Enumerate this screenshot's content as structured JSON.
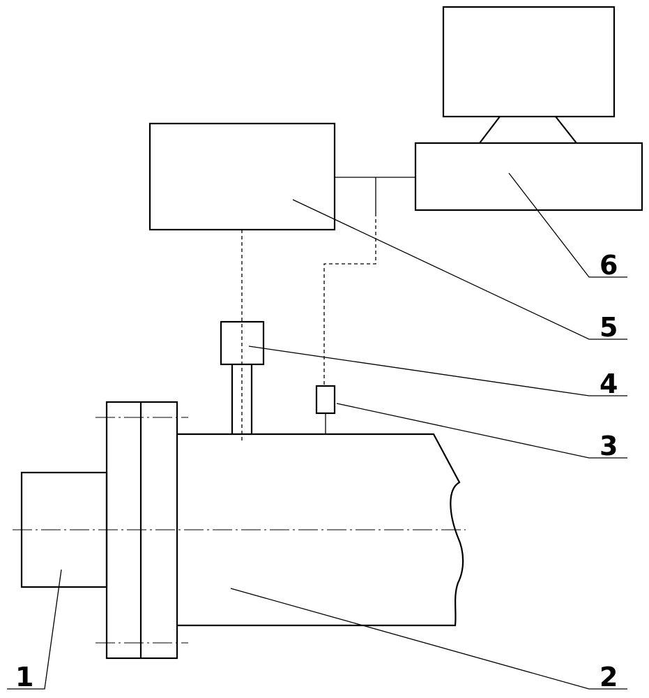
{
  "labels": {
    "motor": "1",
    "pipe": "2",
    "sensor_small": "3",
    "sensor_block": "4",
    "controller": "5",
    "computer": "6"
  }
}
